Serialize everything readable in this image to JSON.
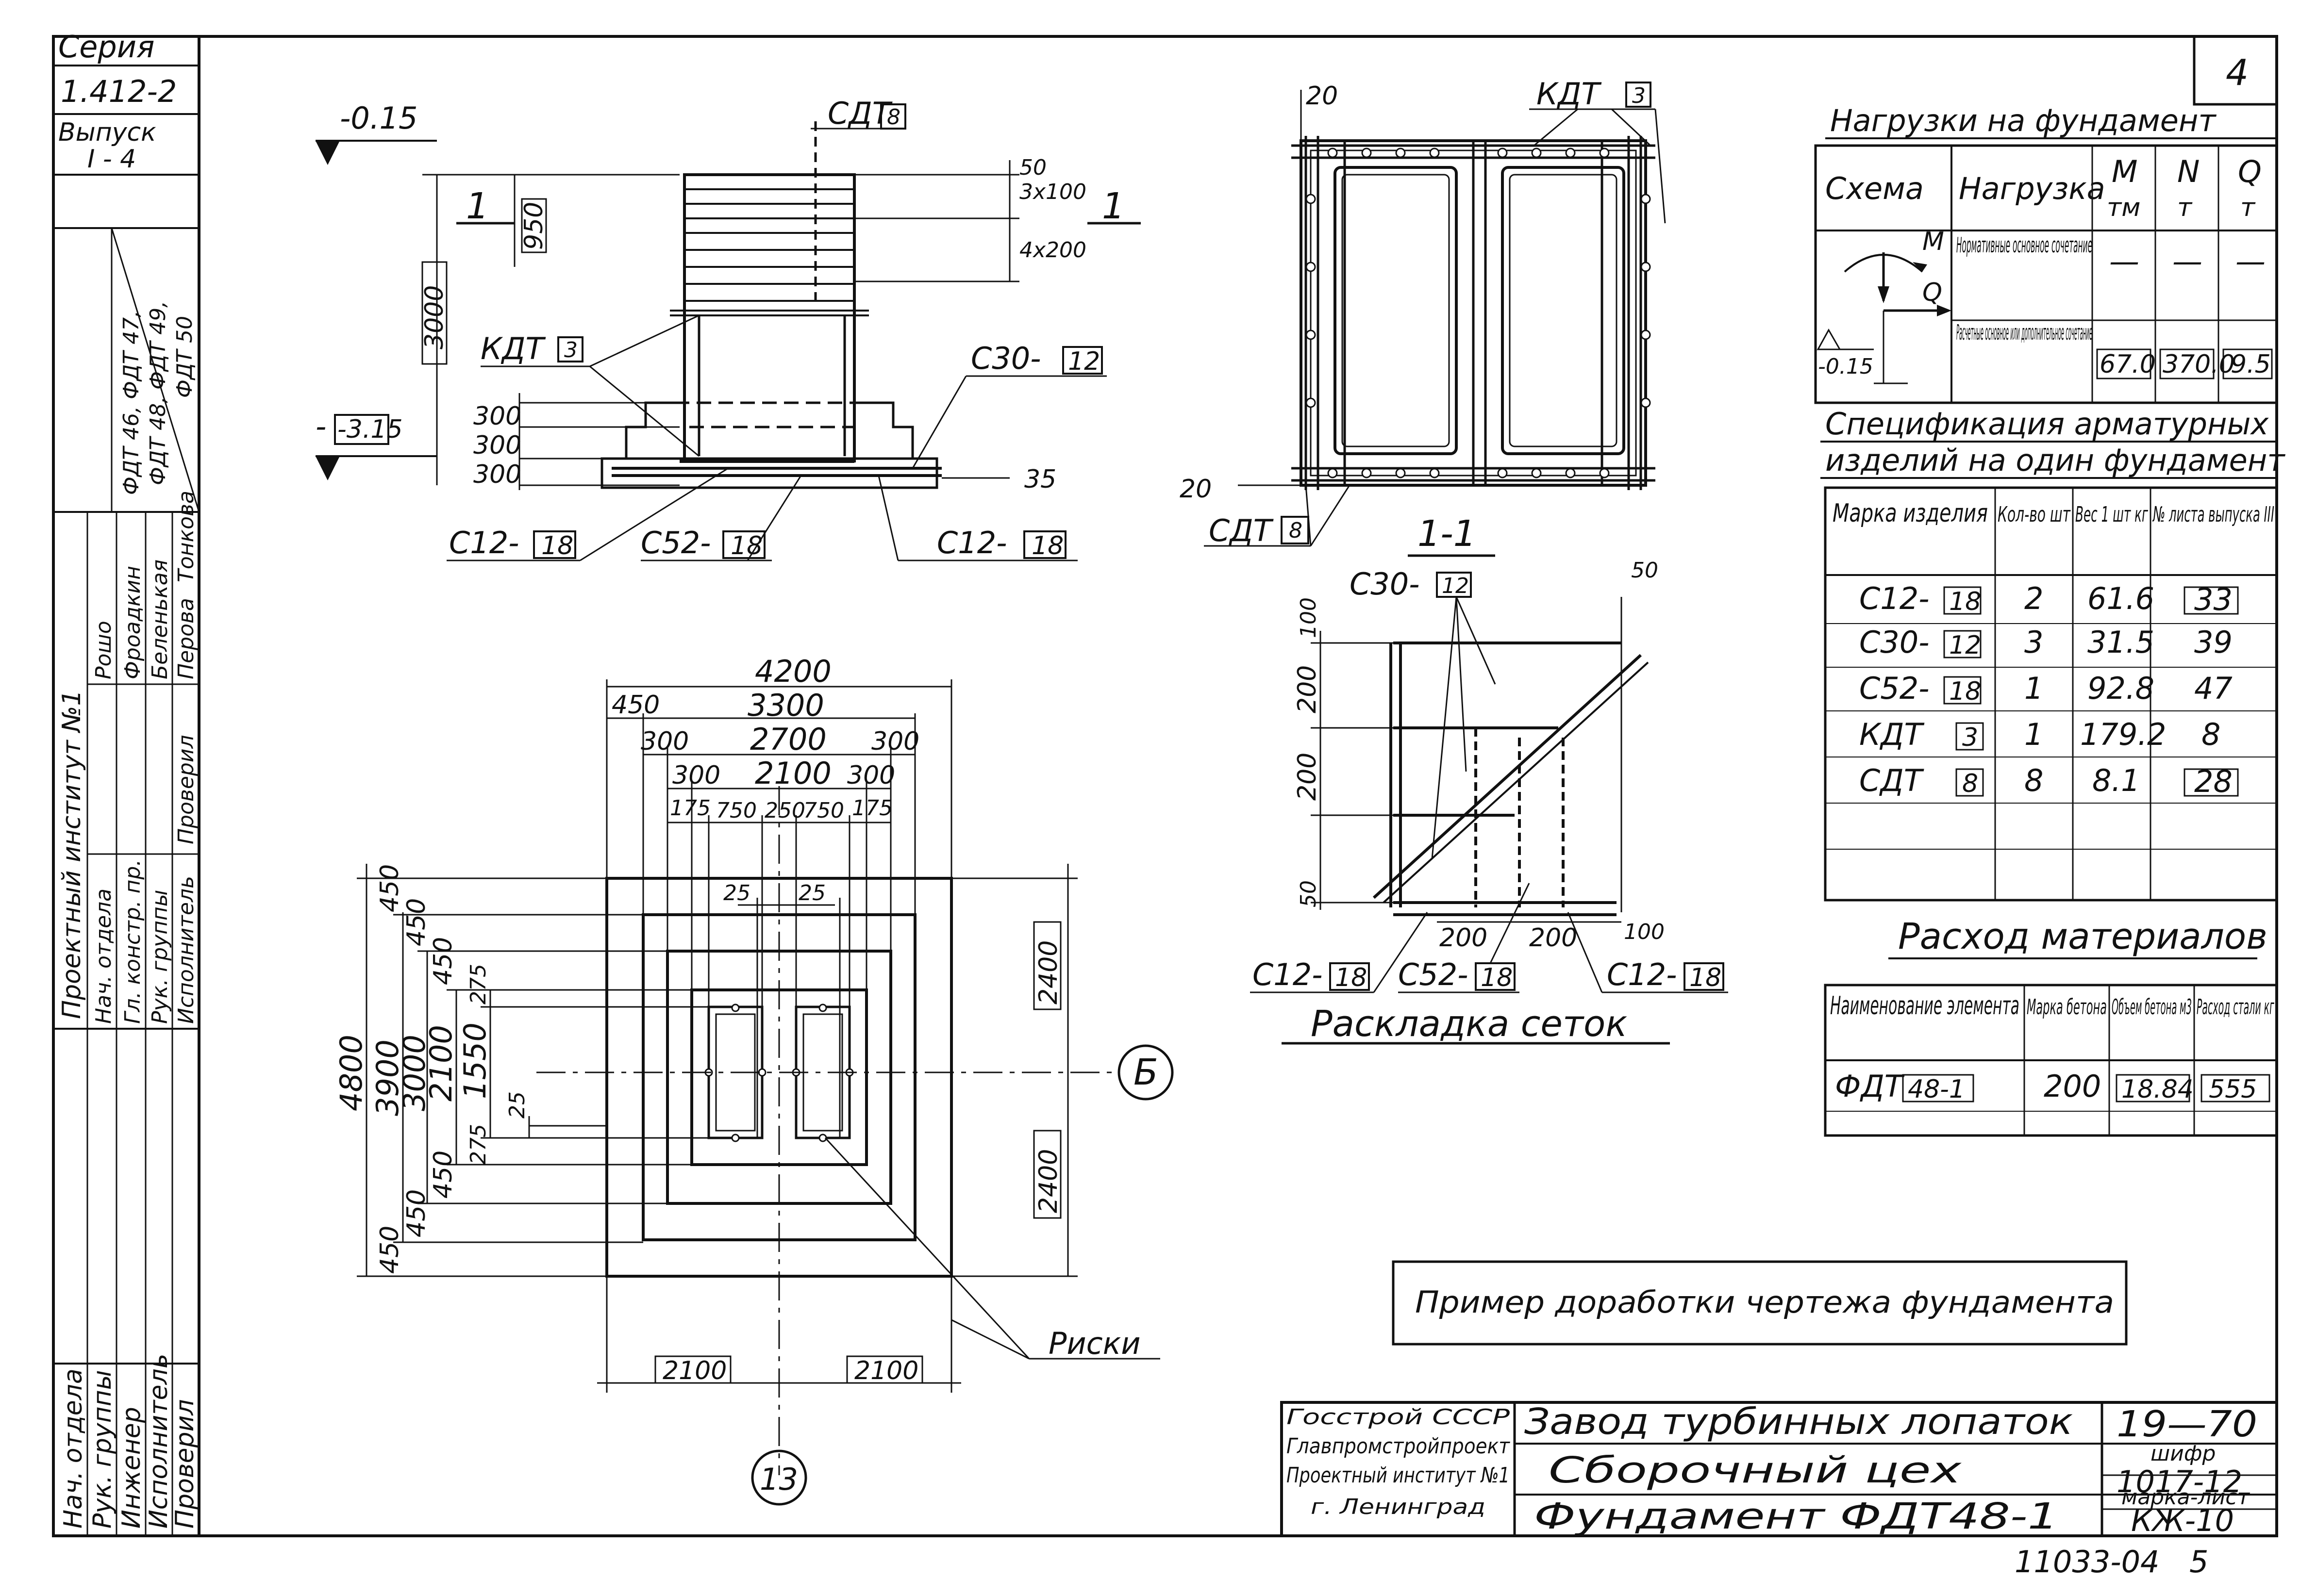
{
  "sheet": {
    "number": "4",
    "bottom_code": "11033-04",
    "bottom_page": "5"
  },
  "left_strip": {
    "series_label": "Серия",
    "series_value": "1.412-2",
    "issue_label": "Выпуск",
    "issue_value": "I - 4",
    "applies_to": [
      "ФДТ 46, ФДТ 47,",
      "ФДТ 48, ФДТ 49,",
      "ФДТ 50"
    ],
    "institute": "Проектный институт №1",
    "roles": [
      "Нач. отдела",
      "Гл. констр. пр.",
      "Рук. группы",
      "Исполнитель",
      "Проверил"
    ],
    "names": [
      "Рошо",
      "Фроадкин",
      "Беленькая",
      "Перова",
      "Тонкова"
    ],
    "lower_roles": [
      "Нач. отдела",
      "Рук. группы",
      "Инженер",
      "Исполнитель",
      "Проверил"
    ]
  },
  "section": {
    "elevations": [
      "-0.15",
      "-3.15"
    ],
    "cut_mark": "1",
    "labels": {
      "sdt": "СДТ",
      "sdt_num": "8",
      "kdt": "КДТ",
      "kdt_num": "3",
      "s30": "С30-",
      "s30_num": "12",
      "s12": "С12-",
      "s12_num": "18",
      "s52": "С52-",
      "s52_num": "18"
    },
    "dims": [
      "50",
      "3х100",
      "4х200",
      "950",
      "3000",
      "300",
      "300",
      "300",
      "35"
    ]
  },
  "plan_view": {
    "top_dims": [
      "4200",
      "450",
      "3300",
      "300",
      "2700",
      "300",
      "300",
      "2100",
      "300",
      "175",
      "750",
      "250",
      "750",
      "175",
      "25",
      "25"
    ],
    "left_dims": [
      "4800",
      "3900",
      "3000",
      "2100",
      "1550",
      "450",
      "450",
      "450",
      "275",
      "275",
      "450",
      "450",
      "450",
      "25"
    ],
    "right_dims": [
      "2400",
      "2400"
    ],
    "bottom_dims": [
      "2100",
      "2100"
    ],
    "axis_b": "Б",
    "axis_13": "13",
    "riski": "Риски"
  },
  "cut_view": {
    "kdt": "КДТ",
    "kdt_num": "3",
    "sdt": "СДТ",
    "sdt_num": "8",
    "dims": [
      "20",
      "20"
    ],
    "title": "1-1"
  },
  "layout_view": {
    "s30": "С30-",
    "s30_num": "12",
    "s12": "С12-",
    "s12_num": "18",
    "s52": "С52-",
    "s52_num": "18",
    "dims": [
      "100",
      "200",
      "200",
      "50",
      "50",
      "200",
      "200",
      "100"
    ],
    "title": "Раскладка сеток"
  },
  "loads": {
    "title": "Нагрузки на фундамент",
    "headers": [
      "Схема",
      "Нагрузка",
      "M",
      "N",
      "Q"
    ],
    "units": [
      "тм",
      "т",
      "т"
    ],
    "rows": [
      {
        "name": "Нормативные основное сочетание",
        "m": "—",
        "n": "—",
        "q": "—"
      },
      {
        "name": "Расчетные основное или дополнительное сочетание",
        "m": "67.0",
        "n": "370.0",
        "q": "9.5"
      }
    ],
    "scheme_labels": [
      "M",
      "Q",
      "-0.15"
    ]
  },
  "spec": {
    "title_line1": "Спецификация арматурных",
    "title_line2": "изделий на один фундамент",
    "headers": [
      "Марка изделия",
      "Кол-во шт",
      "Вес 1 шт кг",
      "№ листа выпуска III"
    ],
    "rows": [
      {
        "mark": "С12-",
        "num": "18",
        "qty": "2",
        "weight": "61.6",
        "sheet": "33"
      },
      {
        "mark": "С30-",
        "num": "12",
        "qty": "3",
        "weight": "31.5",
        "sheet": "39"
      },
      {
        "mark": "С52-",
        "num": "18",
        "qty": "1",
        "weight": "92.8",
        "sheet": "47"
      },
      {
        "mark": "КДТ",
        "num": "3",
        "qty": "1",
        "weight": "179.2",
        "sheet": "8"
      },
      {
        "mark": "СДТ",
        "num": "8",
        "qty": "8",
        "weight": "8.1",
        "sheet": "28"
      }
    ]
  },
  "materials": {
    "title": "Расход материалов",
    "headers": [
      "Наименование элемента",
      "Марка бетона",
      "Объем бетона м3",
      "Расход стали кг"
    ],
    "rows": [
      {
        "name": "ФДТ",
        "num": "48-1",
        "grade": "200",
        "volume": "18.84",
        "steel": "555"
      }
    ]
  },
  "note": "Пример доработки чертежа фундамента",
  "title_block": {
    "org_lines": [
      "Госстрой СССР",
      "Главпромстройпроект",
      "Проектный институт №1",
      "г. Ленинград"
    ],
    "project": "Завод турбинных лопаток",
    "shop": "Сборочный цех",
    "item": "Фундамент ФДТ48-1",
    "code": "19—70",
    "cipher_label": "шифр",
    "cipher": "1017-12",
    "mark_label": "марка-лист",
    "mark": "КЖ-10"
  }
}
